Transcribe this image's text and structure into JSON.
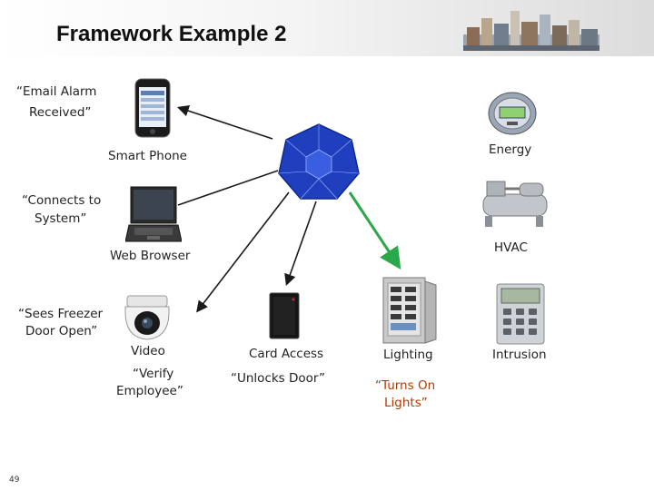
{
  "slide": {
    "title": "Framework Example 2",
    "page_number": "49"
  },
  "devices": {
    "smart_phone": {
      "label": "Smart Phone",
      "quote_1": "“Email Alarm",
      "quote_2": "Received”"
    },
    "web_browser": {
      "label": "Web Browser",
      "quote_1": "“Connects to",
      "quote_2": "System”"
    },
    "video": {
      "label": "Video",
      "quote_1": "“Sees Freezer",
      "quote_2": "Door Open”",
      "quote_3": "“Verify",
      "quote_4": "Employee”"
    },
    "card_access": {
      "label": "Card Access",
      "quote_1": "“Unlocks Door”"
    },
    "lighting": {
      "label": "Lighting",
      "quote_1": "“Turns On",
      "quote_2": "Lights”",
      "quote_color": "#b33a00"
    },
    "intrusion": {
      "label": "Intrusion"
    },
    "energy": {
      "label": "Energy"
    },
    "hvac": {
      "label": "HVAC"
    }
  },
  "colors": {
    "arrow_default": "#1a1a1a",
    "arrow_active": "#2aa84a",
    "hub_blue": "#1f3fbf"
  }
}
